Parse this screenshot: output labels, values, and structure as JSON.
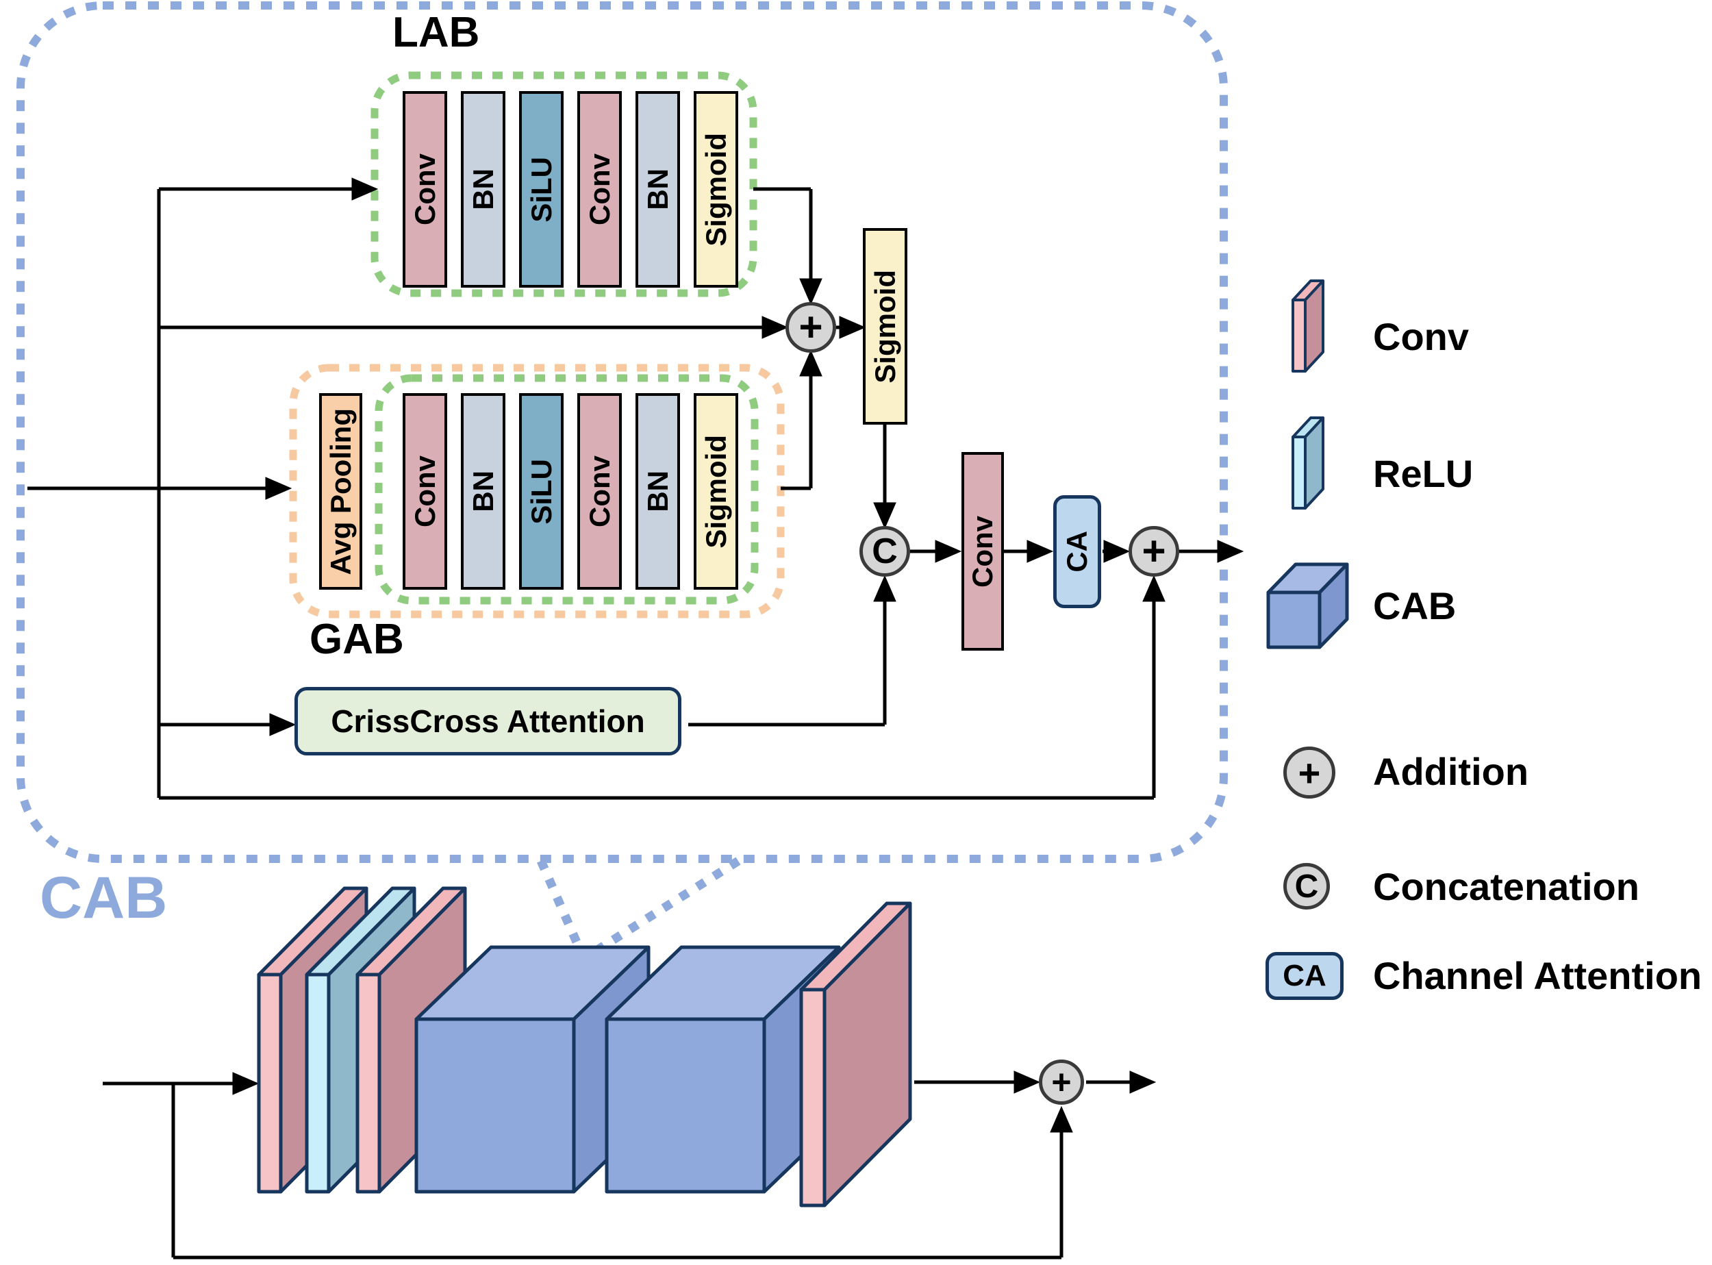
{
  "diagram": {
    "container_label": "CAB",
    "lab": {
      "title": "LAB",
      "bars": [
        "Conv",
        "BN",
        "SiLU",
        "Conv",
        "BN",
        "Sigmoid"
      ]
    },
    "gab": {
      "title": "GAB",
      "pool": "Avg Pooling",
      "bars": [
        "Conv",
        "BN",
        "SiLU",
        "Conv",
        "BN",
        "Sigmoid"
      ]
    },
    "crisscross": "CrissCross Attention",
    "sigmoid": "Sigmoid",
    "conv": "Conv",
    "ca": "CA",
    "add": "+",
    "concat": "C"
  },
  "legend": {
    "conv_label": "Conv",
    "relu_label": "ReLU",
    "cab_label": "CAB",
    "addition_label": "Addition",
    "concatenation_label": "Concatenation",
    "channel_attention_label": "Channel Attention",
    "plus_symbol": "+",
    "c_symbol": "C",
    "ca_symbol": "CA"
  },
  "colors": {
    "accent_blue_dotted": "#8EA9DB",
    "green_dotted": "#8FCC80",
    "orange_dotted": "#F6C9A0",
    "conv_fill": "#D9AEB5",
    "bn_fill": "#C7D2DE",
    "silu_fill": "#7FAEC7",
    "sigmoid_fill": "#FAF1CB",
    "pool_fill": "#F8CFA9",
    "crisscross_fill": "#E3EFDB",
    "ca_fill": "#BDD7EE",
    "op_fill": "#D6D6D6",
    "cube_fill": "#8FA9DC",
    "slab_pink": "#F6C4C6",
    "slab_cyan": "#C9EFFA",
    "dark_border": "#17365D"
  }
}
